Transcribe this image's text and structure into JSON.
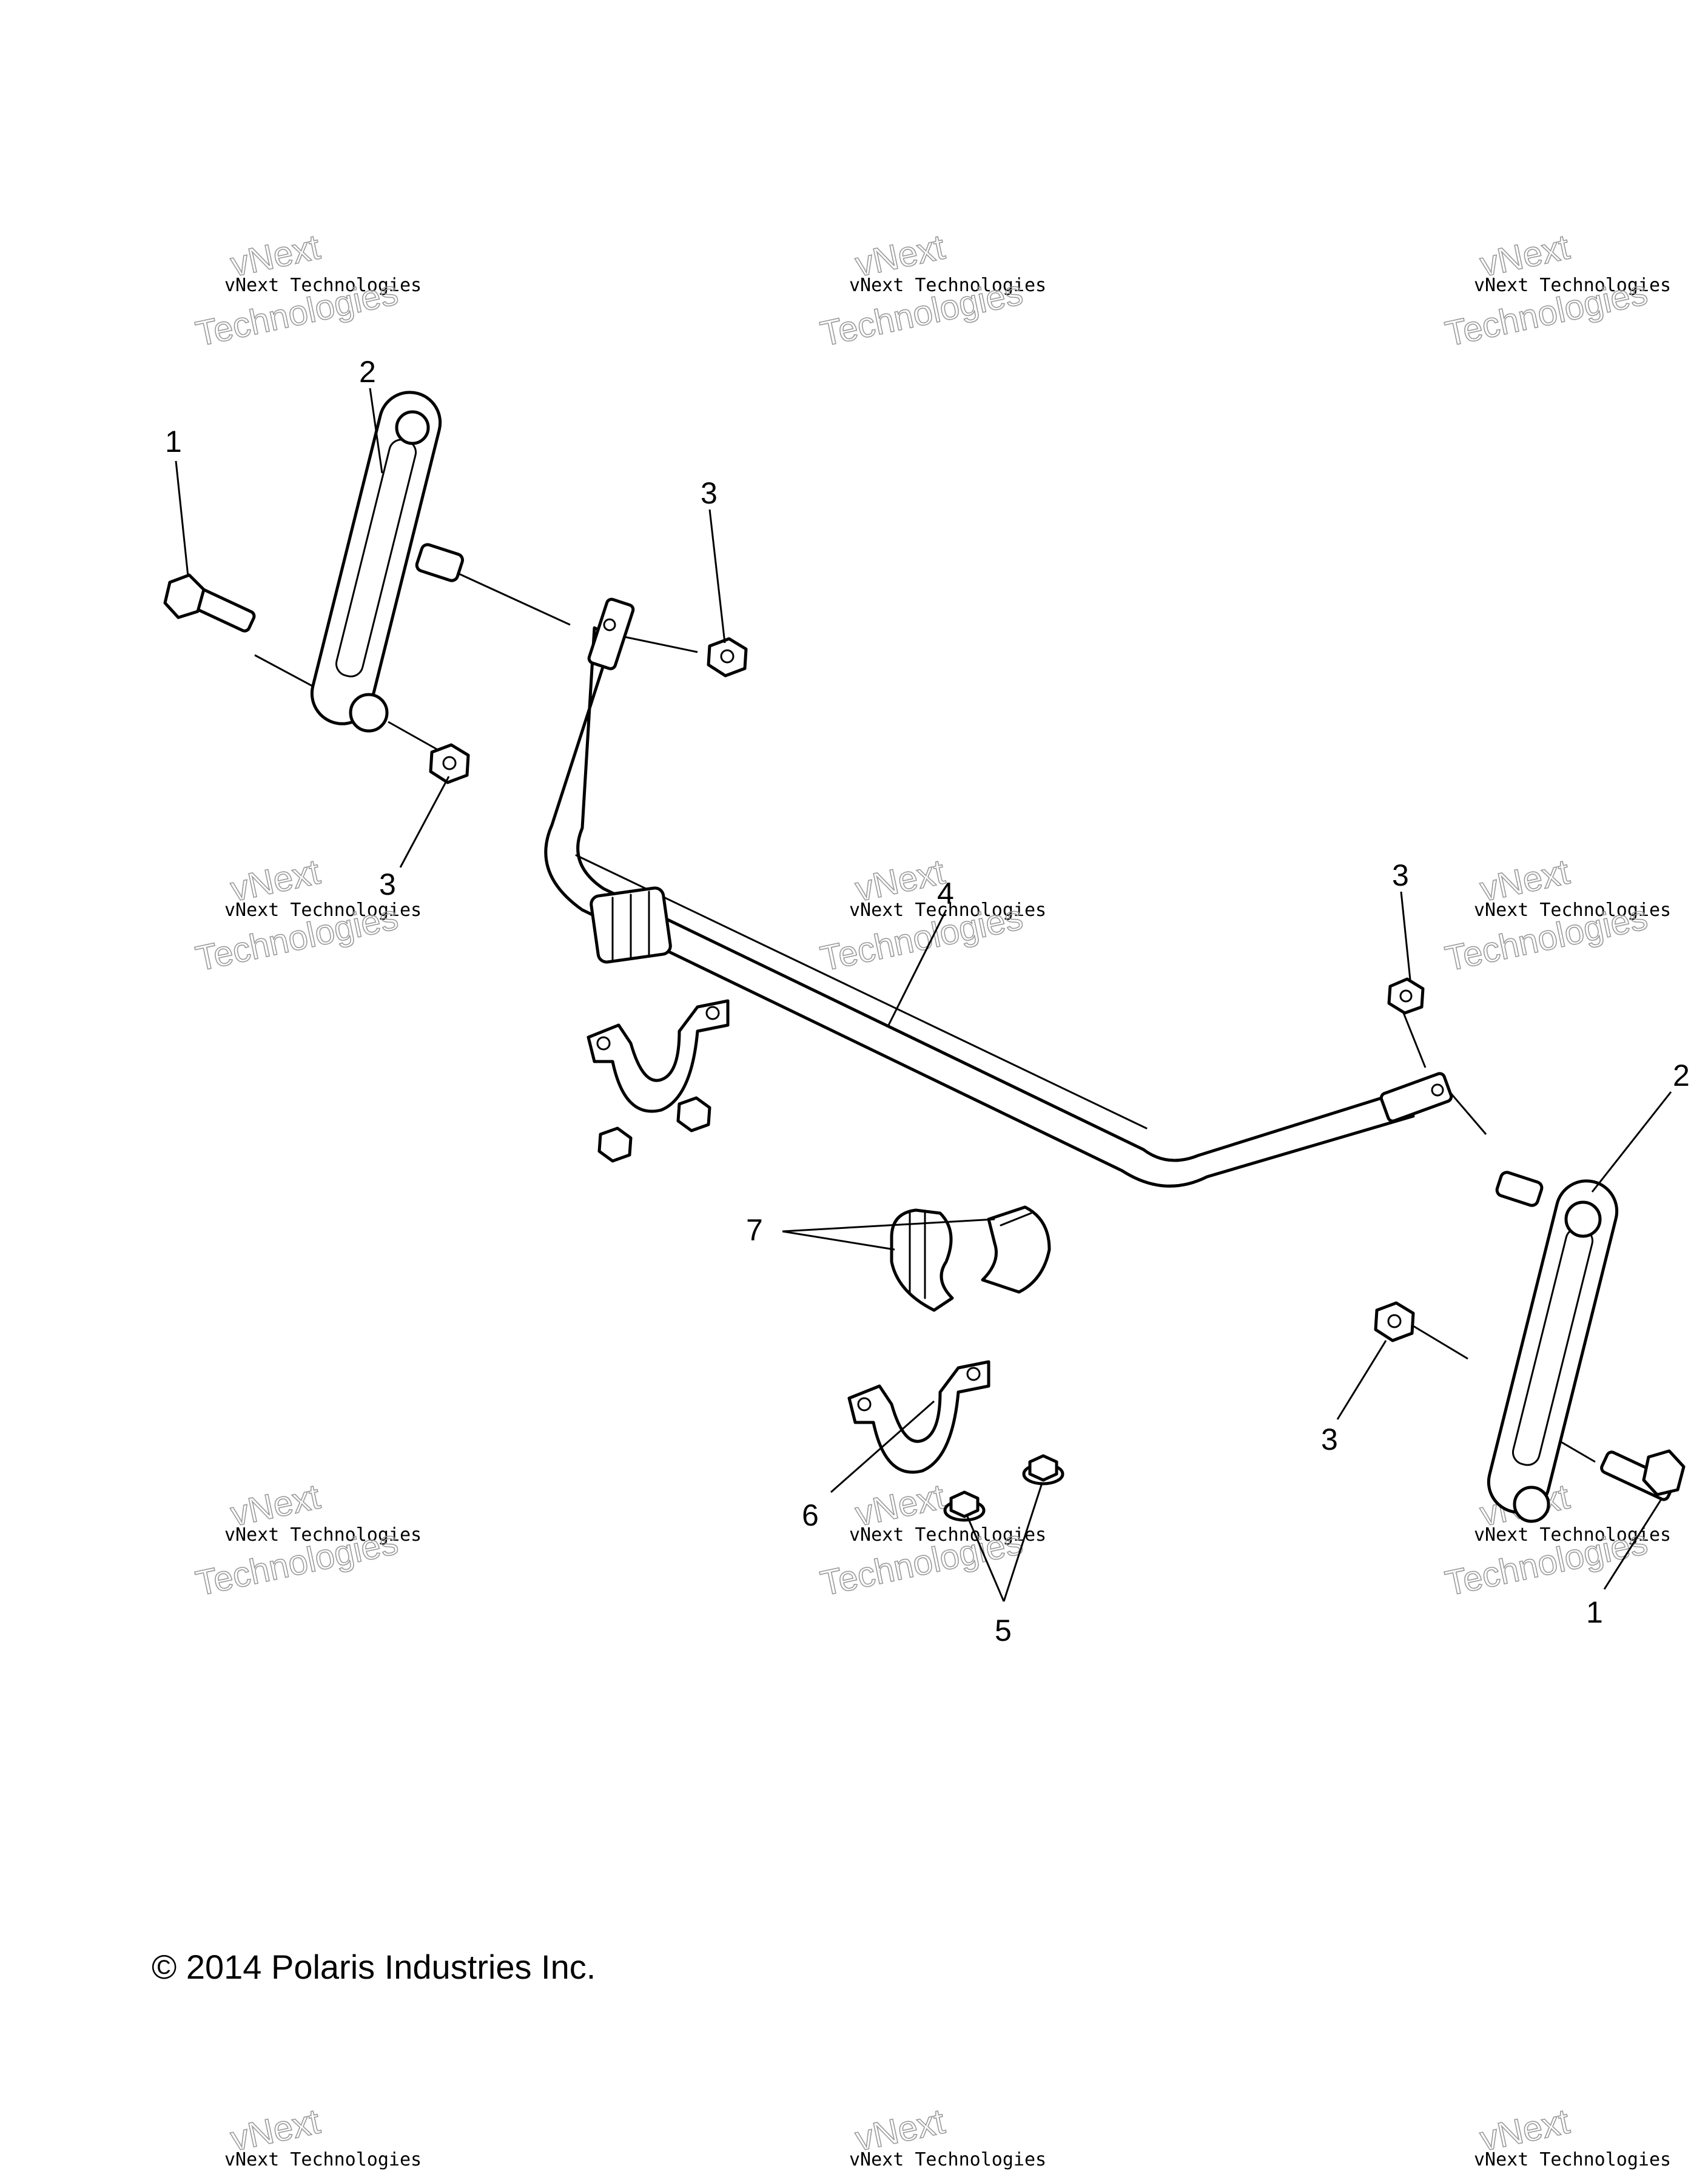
{
  "callouts": {
    "c1_top": "1",
    "c2_top": "2",
    "c3_topmid": "3",
    "c3_leftlow": "3",
    "c4": "4",
    "c3_right": "3",
    "c2_right": "2",
    "c7": "7",
    "c3_rightlow": "3",
    "c6": "6",
    "c1_bottom": "1",
    "c5": "5"
  },
  "watermark": {
    "line_small": "vNext Technologies",
    "line_big_top": "vNext",
    "line_big_bottom": "Technologies"
  },
  "copyright": {
    "symbol": "©",
    "text": "2014 Polaris Industries Inc."
  },
  "icons": {
    "copyright_icon": "circle-c-icon"
  },
  "colors": {
    "line": "#000000",
    "watermark": "#9a9a9a",
    "background": "#ffffff"
  }
}
